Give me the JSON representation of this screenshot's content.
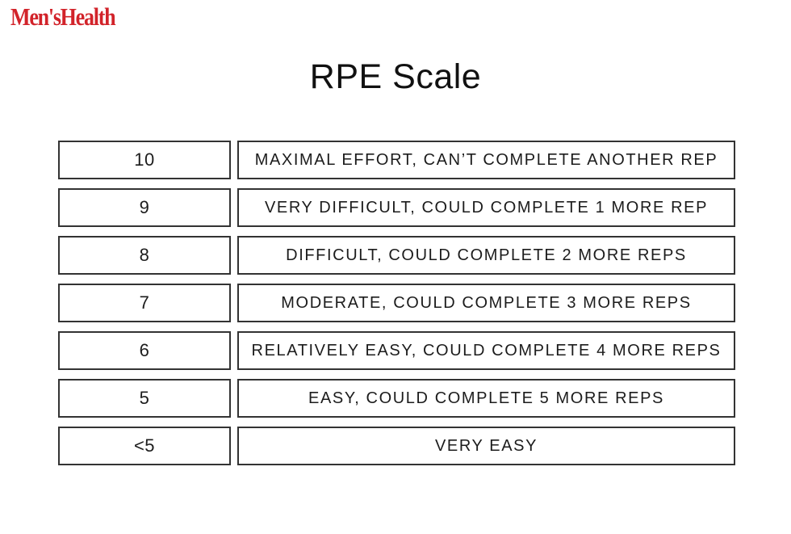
{
  "logo": {
    "text": "Men'sHealth",
    "color": "#d2232a"
  },
  "title": "RPE Scale",
  "table": {
    "border_color": "#333333",
    "rows": [
      {
        "rating": "10",
        "description": "MAXIMAL EFFORT, CAN’T COMPLETE ANOTHER REP"
      },
      {
        "rating": "9",
        "description": "VERY DIFFICULT, COULD COMPLETE 1 MORE REP"
      },
      {
        "rating": "8",
        "description": "DIFFICULT, COULD COMPLETE 2 MORE REPS"
      },
      {
        "rating": "7",
        "description": "MODERATE, COULD COMPLETE 3 MORE REPS"
      },
      {
        "rating": "6",
        "description": "RELATIVELY EASY, COULD COMPLETE 4 MORE REPS"
      },
      {
        "rating": "5",
        "description": "EASY, COULD COMPLETE 5 MORE REPS"
      },
      {
        "rating": "<5",
        "description": "VERY EASY"
      }
    ]
  },
  "chart_data": {
    "type": "table",
    "title": "RPE Scale",
    "columns": [
      "rating",
      "description"
    ],
    "rows": [
      [
        "10",
        "MAXIMAL EFFORT, CAN’T COMPLETE ANOTHER REP"
      ],
      [
        "9",
        "VERY DIFFICULT, COULD COMPLETE 1 MORE REP"
      ],
      [
        "8",
        "DIFFICULT, COULD COMPLETE 2 MORE REPS"
      ],
      [
        "7",
        "MODERATE, COULD COMPLETE 3 MORE REPS"
      ],
      [
        "6",
        "RELATIVELY EASY, COULD COMPLETE 4 MORE REPS"
      ],
      [
        "5",
        "EASY, COULD COMPLETE 5 MORE REPS"
      ],
      [
        "<5",
        "VERY EASY"
      ]
    ],
    "layout": {
      "grid": false,
      "legend": false,
      "header_row_visible": false
    }
  }
}
